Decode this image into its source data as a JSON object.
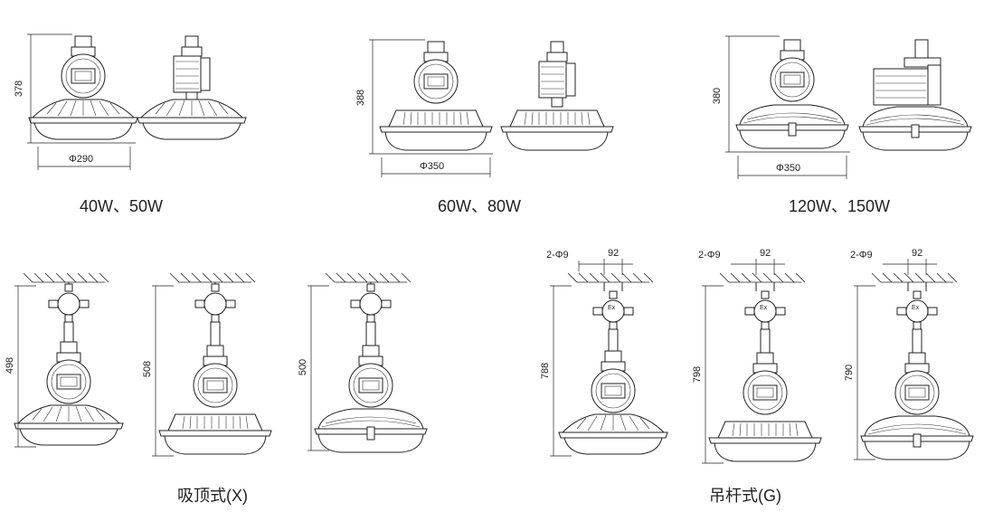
{
  "top_row": {
    "groups": [
      {
        "caption": "40W、50W",
        "height": "378",
        "diameter": "Φ290"
      },
      {
        "caption": "60W、80W",
        "height": "388",
        "diameter": "Φ350"
      },
      {
        "caption": "120W、150W",
        "height": "380",
        "diameter": "Φ350"
      }
    ]
  },
  "bottom_left": {
    "caption": "吸顶式(X)",
    "heights": [
      "498",
      "508",
      "500"
    ]
  },
  "bottom_right": {
    "caption": "吊杆式(G)",
    "heights": [
      "788",
      "798",
      "790"
    ],
    "hole_label": "2-Φ9",
    "spacing_label": "92",
    "ex_mark": "Ex"
  }
}
